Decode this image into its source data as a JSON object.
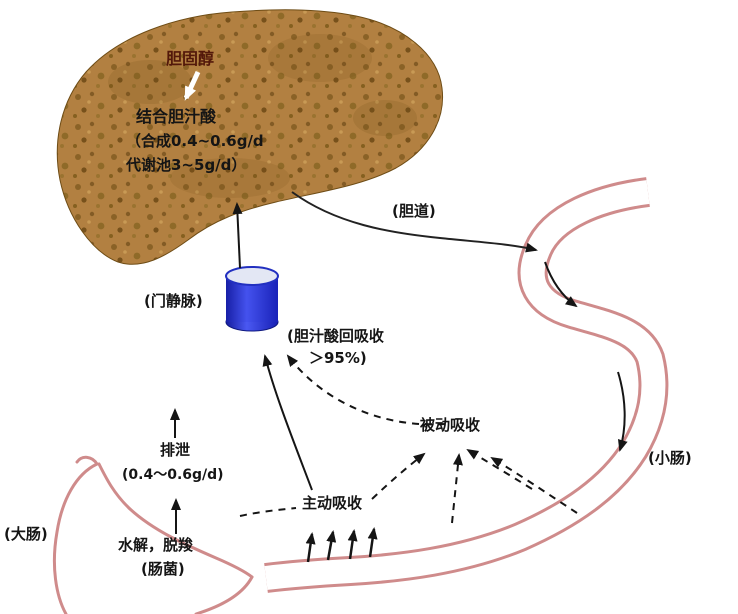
{
  "colors": {
    "liver": "#b28041",
    "liver_speckle": "#80591d",
    "intestine": "#cf8b8b",
    "portal_vein": "#2430d6",
    "portal_vein_top": "#e3e7f4",
    "cholesterol_text": "#53180a",
    "text": "#151515"
  },
  "liver": {
    "cholesterol": "胆固醇",
    "conjugated_bile_acids": "结合胆汁酸",
    "synthesis": "（合成0.4~0.6g/d",
    "pool": "代谢池3~5g/d）"
  },
  "labels": {
    "bile_duct": "(胆道)",
    "portal_vein": "(门静脉)",
    "reabsorption_1": "(胆汁酸回吸收",
    "reabsorption_2": "＞95%)",
    "passive_absorption": "被动吸收",
    "active_absorption": "主动吸收",
    "small_intestine": "(小肠)",
    "excretion": "排泄",
    "excretion_rate": "(0.4～0.6g/d)",
    "large_intestine": "(大肠)",
    "hydrolysis": "水解，脱羧",
    "gut_bacteria": "(肠菌)"
  }
}
